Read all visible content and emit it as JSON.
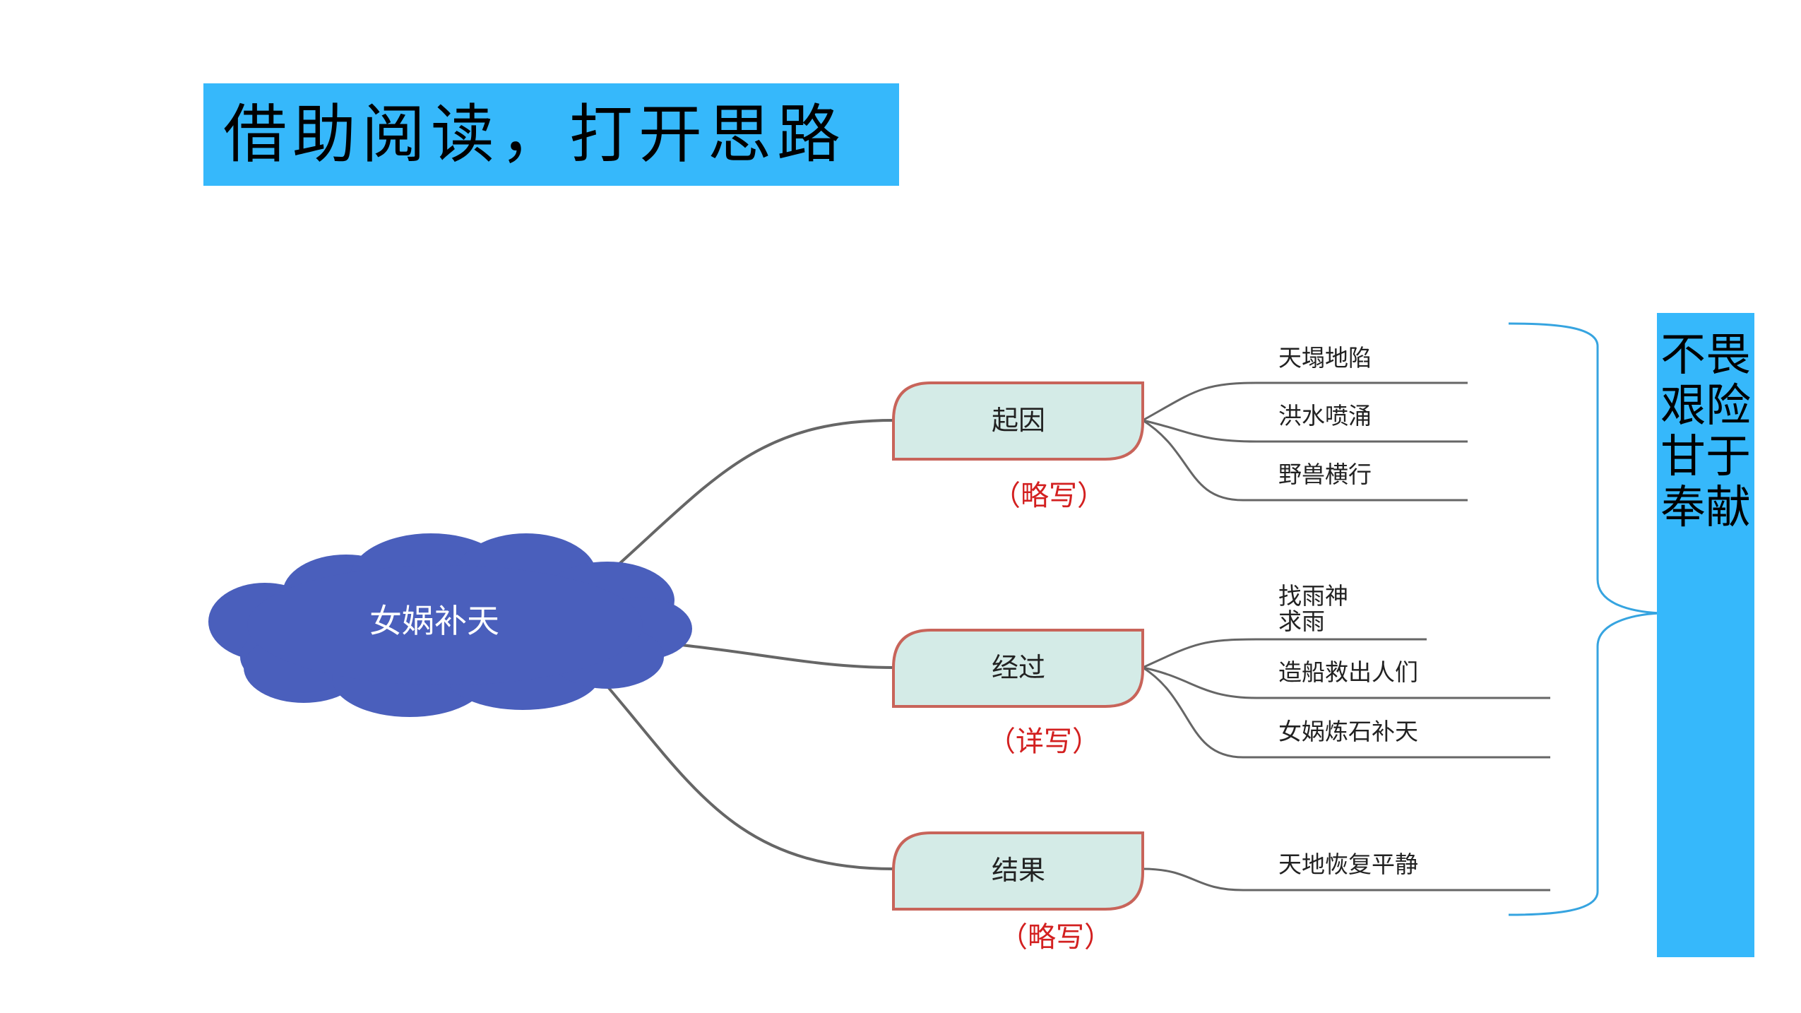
{
  "title": "借助阅读，打开思路",
  "center": {
    "label": "女娲补天",
    "color": "#4a5fbc"
  },
  "branches": [
    {
      "label": "起因",
      "note": "（略写）",
      "leaves": [
        "天塌地陷",
        "洪水喷涌",
        "野兽横行"
      ]
    },
    {
      "label": "经过",
      "note": "（详写）",
      "leaves": [
        "找雨神\n求雨",
        "造船救出人们",
        "女娲炼石补天"
      ]
    },
    {
      "label": "结果",
      "note": "（略写）",
      "leaves": [
        "天地恢复平静"
      ]
    }
  ],
  "summary": "不畏艰险 甘于奉献",
  "colors": {
    "banner": "#36b8fb",
    "node_fill": "#d4ebe7",
    "node_border": "#c8645a",
    "note_text": "#d32020",
    "connector": "#666666",
    "brace": "#36a4e0"
  }
}
